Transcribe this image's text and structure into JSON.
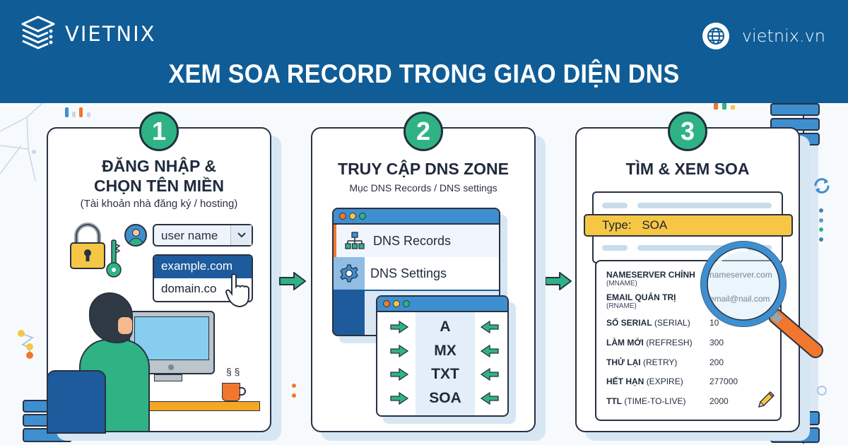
{
  "header": {
    "brand": "VIETNIX",
    "website": "vietnix.vn",
    "title": "XEM SOA RECORD TRONG GIAO DIỆN DNS",
    "background": "#0f5c96"
  },
  "steps": [
    {
      "number": "1",
      "title_line1": "ĐĂNG NHẬP &",
      "title_line2": "CHỌN TÊN MIỀN",
      "subtitle": "(Tài khoản nhà đăng ký / hosting)",
      "username_dropdown": "user name",
      "domain_options": [
        "example.com",
        "domain.co"
      ]
    },
    {
      "number": "2",
      "title": "TRUY CẬP DNS ZONE",
      "subtitle": "Mục DNS Records / DNS settings",
      "menu": [
        {
          "label": "DNS Records",
          "icon": "sitemap-icon"
        },
        {
          "label": "DNS Settings",
          "icon": "gear-icon"
        }
      ],
      "record_types": [
        "A",
        "MX",
        "TXT",
        "SOA"
      ]
    },
    {
      "number": "3",
      "title": "TÌM & XEM SOA",
      "type_label": "Type:",
      "type_value": "SOA",
      "soa_fields": [
        {
          "label": "NAMESERVER CHÍNH",
          "sub": "(MNAME)",
          "value": "nameserver.com"
        },
        {
          "label": "EMAIL QUẢN TRỊ",
          "sub": "(RNAME)",
          "value": "email@nail.com"
        },
        {
          "label": "SỐ SERIAL",
          "sub": "(SERIAL)",
          "value": "10"
        },
        {
          "label": "LÀM MỚI",
          "sub": "(REFRESH)",
          "value": "300"
        },
        {
          "label": "THỬ LẠI",
          "sub": "(RETRY)",
          "value": "200"
        },
        {
          "label": "HẾT HẠN",
          "sub": "(EXPIRE)",
          "value": "277000"
        },
        {
          "label": "TTL",
          "sub": "(TIME-TO-LIVE)",
          "value": "2000"
        }
      ]
    }
  ],
  "colors": {
    "accent_green": "#2fb384",
    "highlight_yellow": "#f6c744",
    "window_blue": "#3e8fd0",
    "selected_blue": "#1e5b9c",
    "magnifier_handle": "#f0772d"
  }
}
